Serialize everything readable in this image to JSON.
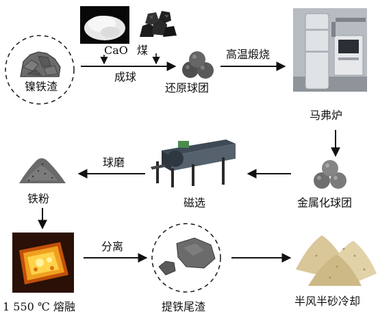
{
  "nodes": {
    "slag": "镍铁渣",
    "cao": "CaO",
    "coal": "煤",
    "pelletizing": "成球",
    "reduced_pellets": "还原球团",
    "high_temp_calcination": "高温煅烧",
    "muffle_furnace": "马弗炉",
    "metallized_pellets": "金属化球团",
    "magnetic_separation": "磁选",
    "ball_milling": "球磨",
    "iron_powder": "铁粉",
    "melting": "1 550 ℃ 熔融",
    "separation": "分离",
    "tailings": "提铁尾渣",
    "semi_steel_slag": "半风半砂冷却"
  },
  "colors": {
    "rock": "#6b6b6b",
    "rock_dark": "#4a4a4a",
    "sand": "#d9c79a",
    "molten": "#f0a020"
  }
}
